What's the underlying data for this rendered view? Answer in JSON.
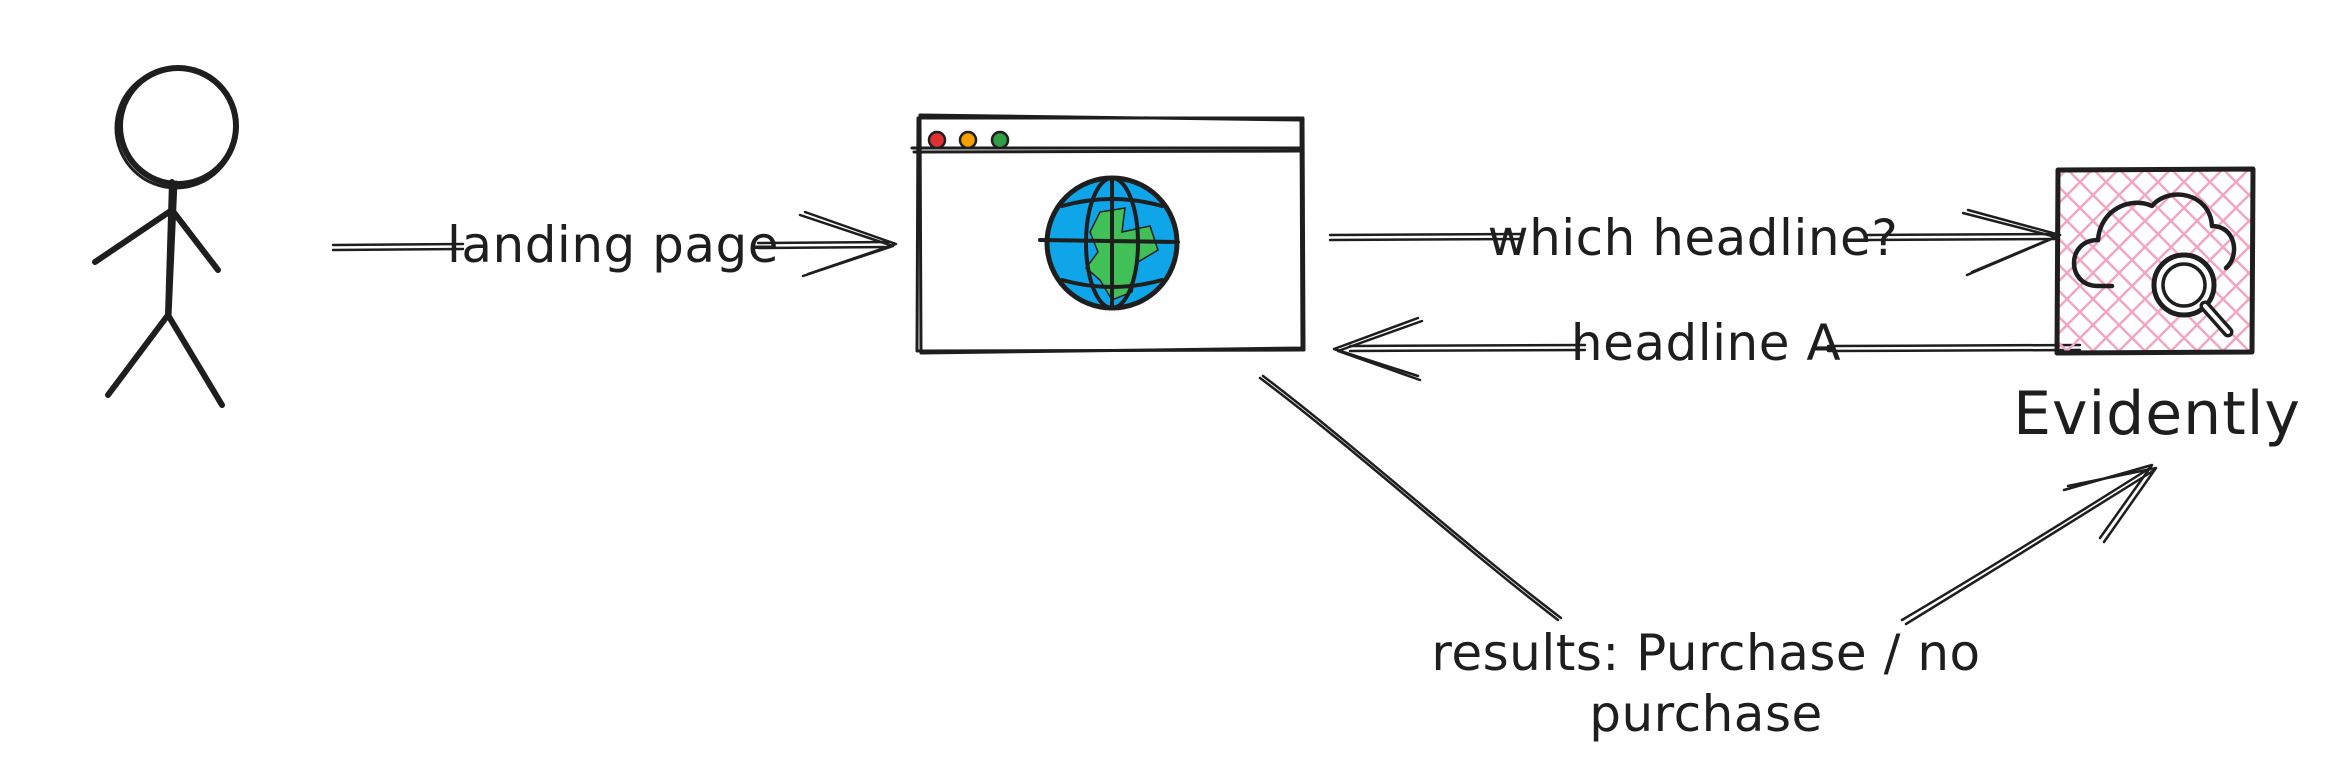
{
  "labels": {
    "arrow_landing": "landing page",
    "arrow_question": "which headline?",
    "arrow_answer": "headline A",
    "service_name": "Evidently",
    "results_line1": "results: Purchase / no",
    "results_line2": "purchase"
  },
  "icons": {
    "user": "stick-figure-icon",
    "browser": "browser-window-icon",
    "globe": "globe-icon",
    "service": "cloud-search-icon"
  },
  "colors": {
    "ink": "#1e1e1e",
    "dot_red": "#e03131",
    "dot_yellow": "#f59f00",
    "dot_green": "#2f9e44",
    "globe_ocean": "#0ea5e9",
    "globe_land": "#40c057",
    "service_hatch": "#f3a5c4"
  }
}
